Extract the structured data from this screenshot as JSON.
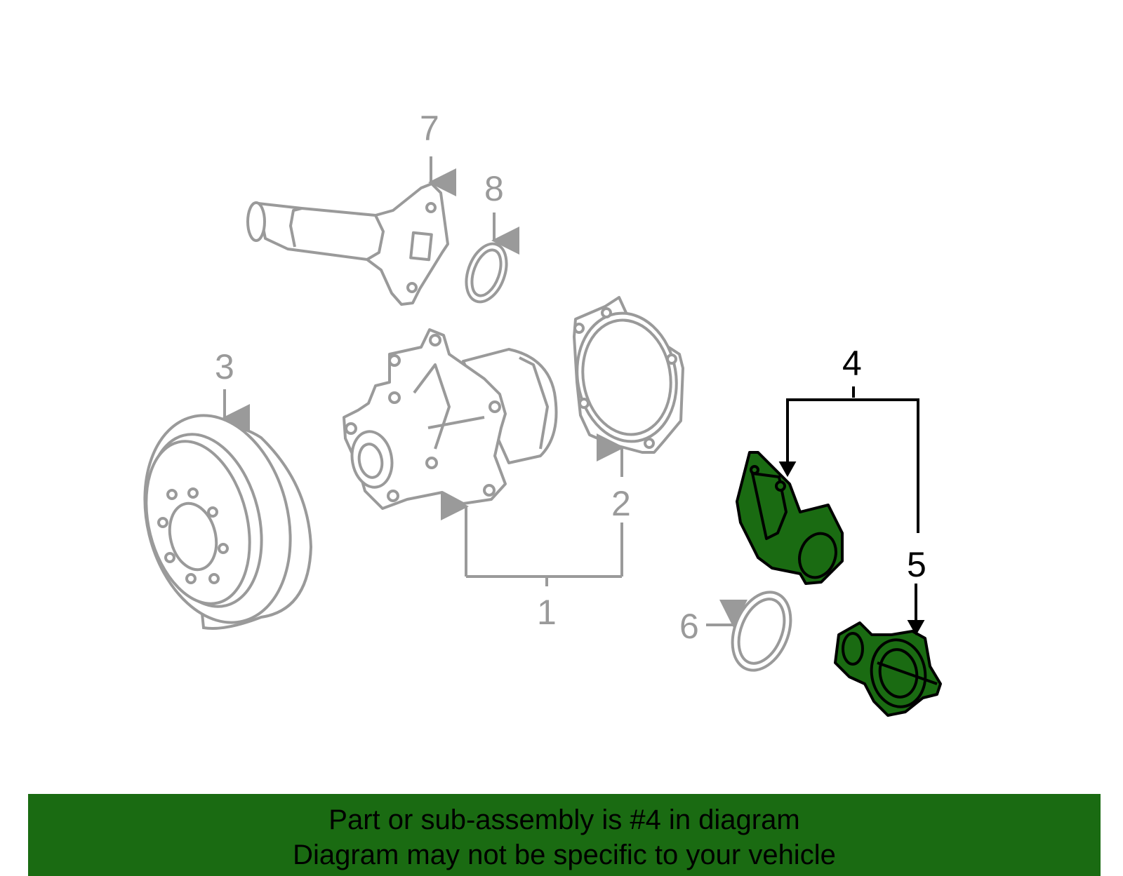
{
  "diagram": {
    "callouts": [
      {
        "id": "1",
        "label": "1"
      },
      {
        "id": "2",
        "label": "2"
      },
      {
        "id": "3",
        "label": "3"
      },
      {
        "id": "4",
        "label": "4"
      },
      {
        "id": "5",
        "label": "5"
      },
      {
        "id": "6",
        "label": "6"
      },
      {
        "id": "7",
        "label": "7"
      },
      {
        "id": "8",
        "label": "8"
      }
    ],
    "highlighted_part": "4",
    "highlight_color": "#1a6b12",
    "line_color_gray": "#9a9a9a",
    "line_color_black": "#000000"
  },
  "banner": {
    "line1": "Part or sub-assembly is #4 in diagram",
    "line2": "Diagram may not be specific to your vehicle",
    "background": "#1a6b12"
  }
}
